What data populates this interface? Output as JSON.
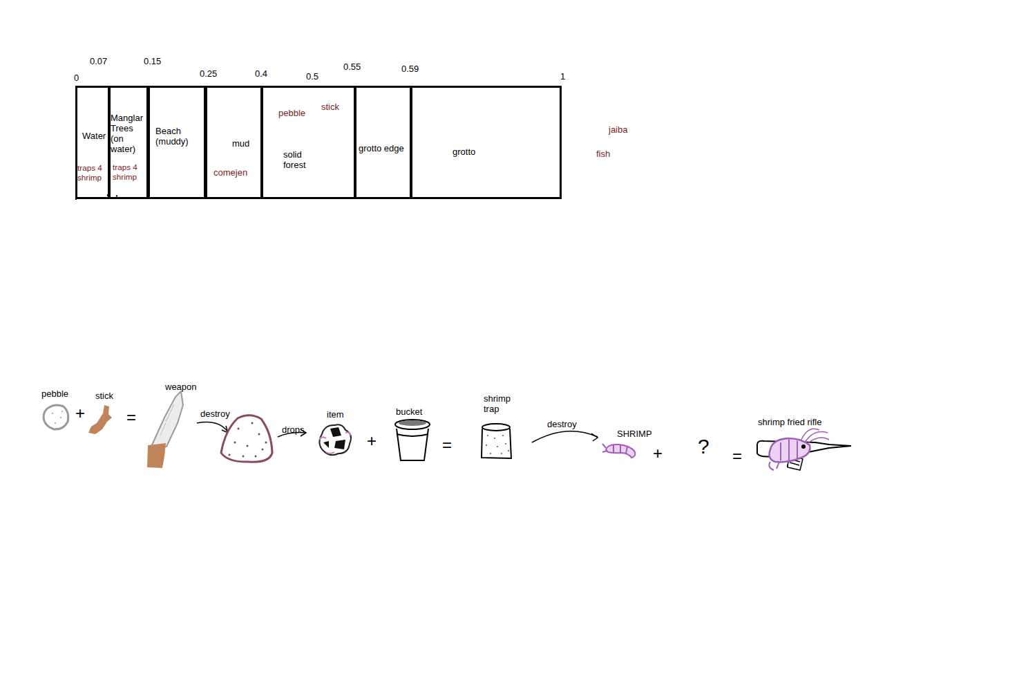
{
  "diagram": {
    "nodes": [
      {
        "text": [
          "Water",
          "traps 4 shrimp"
        ]
      },
      {
        "text": [
          "Manglar Trees (on water)",
          "traps 4 shrimp"
        ]
      },
      {
        "text": [
          "Beach (muddy)"
        ]
      },
      {
        "text": [
          "mud",
          "comejen"
        ]
      },
      {
        "text": [
          "pebble",
          "stick",
          "solid forest"
        ]
      },
      {
        "text": [
          "grotto edge"
        ]
      },
      {
        "text": [
          "grotto"
        ]
      }
    ],
    "labels": [
      "0",
      "0.07",
      "0.15",
      "0.25",
      "0.4",
      "0.5",
      "0.55",
      "0.59",
      "1",
      "jaiba",
      "fish",
      "pebble",
      "+",
      "stick",
      "=",
      "weapon",
      "destroy",
      "drops",
      "item",
      "+",
      "bucket",
      "=",
      "shrimp trap",
      "destroy",
      "SHRIMP",
      "+",
      "?",
      "=",
      "shrimp fried rifle"
    ]
  }
}
